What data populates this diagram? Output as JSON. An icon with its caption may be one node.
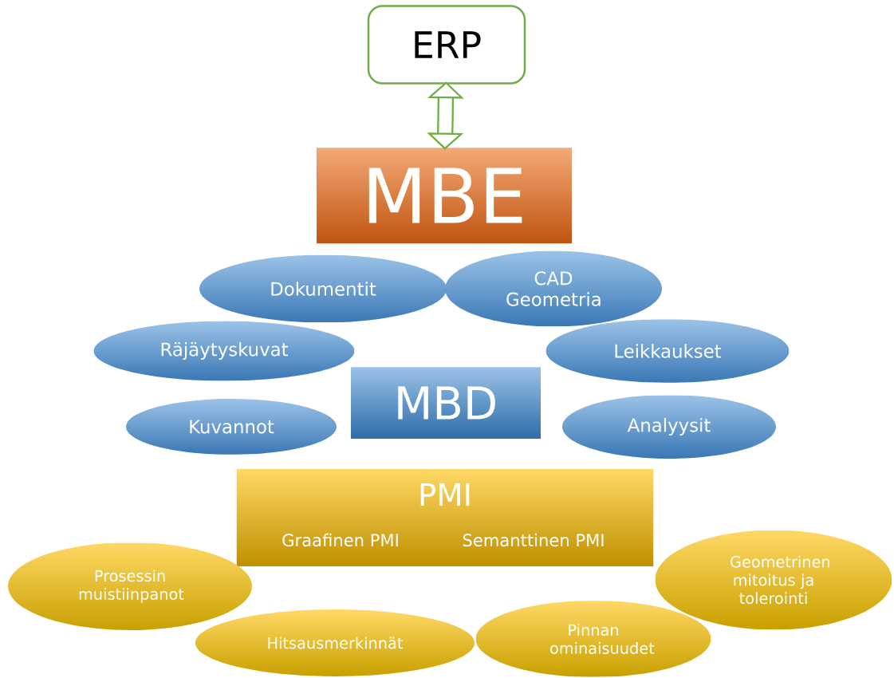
{
  "diagram": {
    "nodes": [
      {
        "text": [
          "ERP"
        ]
      },
      {
        "text": [
          "MBE"
        ]
      },
      {
        "text": [
          "Dokumentit"
        ]
      },
      {
        "text": [
          "CAD Geometria"
        ]
      },
      {
        "text": [
          "Räjäytyskuvat"
        ]
      },
      {
        "text": [
          "Leikkaukset"
        ]
      },
      {
        "text": [
          "MBD"
        ]
      },
      {
        "text": [
          "Kuvannot"
        ]
      },
      {
        "text": [
          "Analyysit"
        ]
      },
      {
        "text": [
          "PMI",
          "Graafinen PMI",
          "Semanttinen PMI"
        ]
      },
      {
        "text": [
          "Geometrinen mitoitus ja tolerointi"
        ]
      },
      {
        "text": [
          "Prosessin muistiinpanot"
        ]
      },
      {
        "text": [
          "Hitsausmerkinnät"
        ]
      },
      {
        "text": [
          "Pinnan ominaisuudet"
        ]
      }
    ],
    "edges": [
      {
        "from": 0,
        "to": 1,
        "arrow": "both"
      }
    ]
  }
}
